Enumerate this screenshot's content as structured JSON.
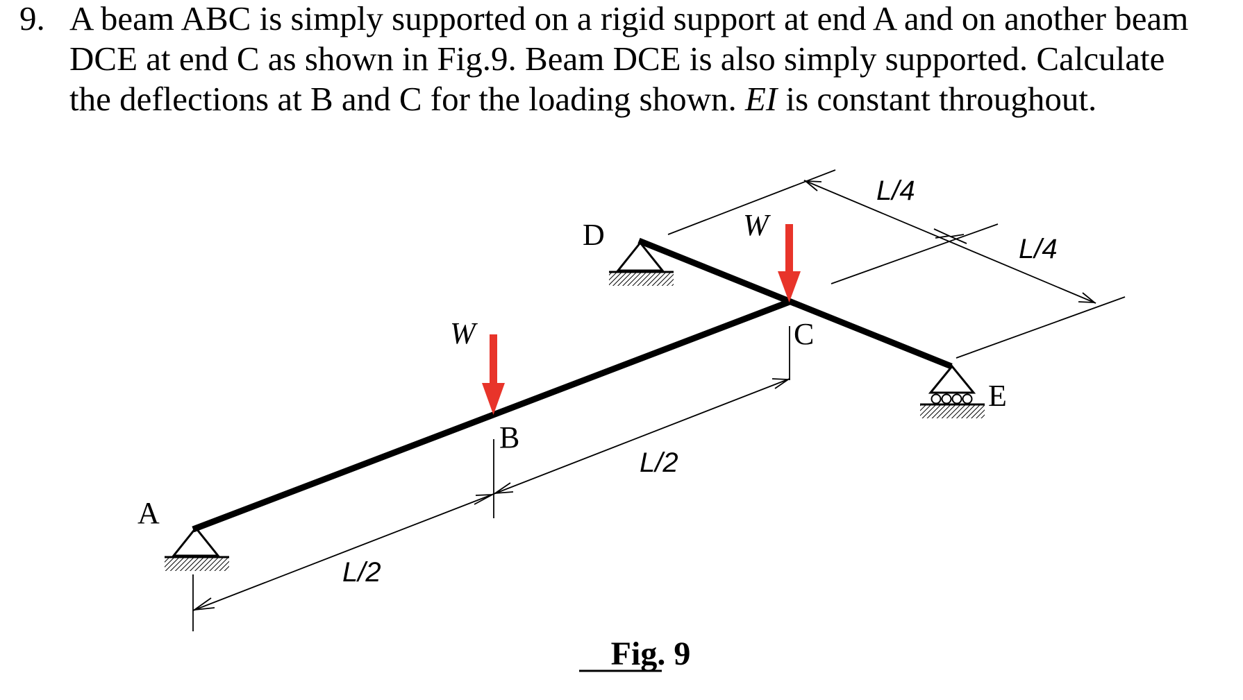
{
  "problem": {
    "number": "9.",
    "line1": "A beam ABC is simply supported on a rigid support at end A and on another beam",
    "line2": "DCE at end C as shown in Fig.9. Beam DCE is also simply supported. Calculate",
    "line3_before": "the deflections at B and C for the loading shown. ",
    "line3_italic": "EI",
    "line3_after": " is constant throughout."
  },
  "figure": {
    "caption": "Fig. 9",
    "points": {
      "a": "A",
      "b": "B",
      "c": "C",
      "d": "D",
      "e": "E"
    },
    "loads": {
      "at_b": "W",
      "at_c": "W"
    },
    "dimensions": {
      "ab": "L/2",
      "bc": "L/2",
      "dc": "L/4",
      "ce": "L/4"
    },
    "colors": {
      "load_arrow": "#e8342a",
      "beam": "#000000"
    }
  }
}
